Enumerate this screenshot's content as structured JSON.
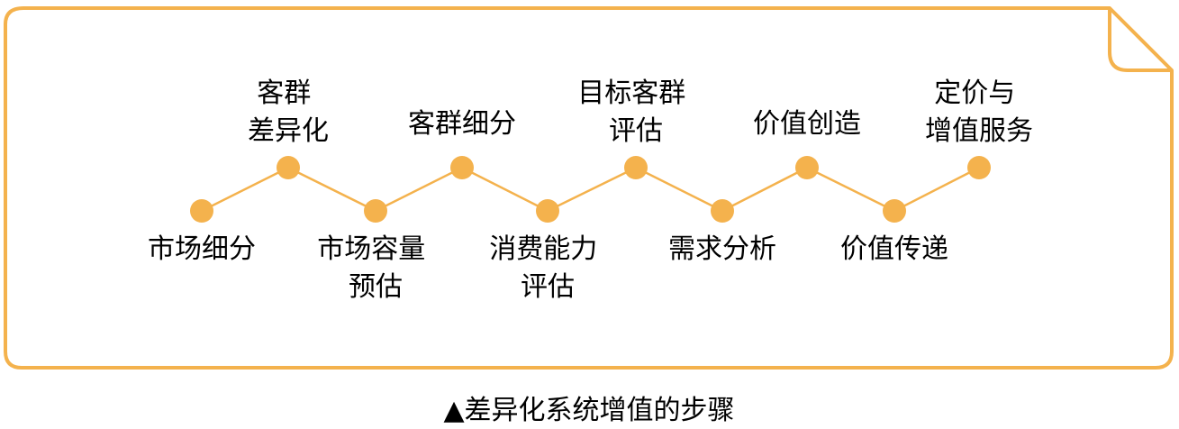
{
  "accent_color": "#F4B24D",
  "steps": [
    {
      "lines": [
        "市场细分"
      ]
    },
    {
      "lines": [
        "客群",
        "差异化"
      ]
    },
    {
      "lines": [
        "市场容量",
        "预估"
      ]
    },
    {
      "lines": [
        "客群细分"
      ]
    },
    {
      "lines": [
        "消费能力",
        "评估"
      ]
    },
    {
      "lines": [
        "目标客群",
        "评估"
      ]
    },
    {
      "lines": [
        "需求分析"
      ]
    },
    {
      "lines": [
        "价值创造"
      ]
    },
    {
      "lines": [
        "价值传递"
      ]
    },
    {
      "lines": [
        "定价与",
        "增值服务"
      ]
    }
  ],
  "caption": "▲差异化系统增值的步骤"
}
